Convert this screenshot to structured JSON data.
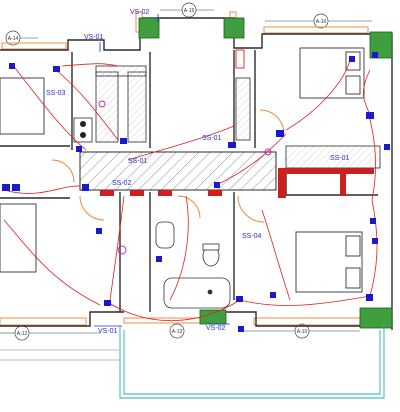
{
  "labels": {
    "vs_top_left": "VS-01",
    "vs_top_mid": "VS-02",
    "ss_03": "SS-03",
    "ss_01_mid": "SS-01",
    "ss_01_left": "SS-01",
    "ss_02": "SS-02",
    "ss_01_right": "SS-01",
    "ss_04": "SS-04",
    "vs_bottom_left": "VS-01",
    "vs_bottom_mid": "VS-02"
  },
  "axis_tags": {
    "a14": "A-14",
    "a15": "A-15",
    "a16": "A-16",
    "a12": "A-12",
    "a13": "A-13",
    "a10": "A-10"
  },
  "colors": {
    "wall": "#2b2b2b",
    "column_green": "#3f9e3f",
    "circuit_red": "#e02020",
    "fixture_blue": "#1a1acc",
    "window_orange": "#f0a060",
    "door_orange": "#f08a3a",
    "corridor_hatch": "#777777",
    "label_blue": "#2b2bd6",
    "balcony_cyan": "#22b0b0",
    "accent_magenta": "#cc22aa"
  }
}
